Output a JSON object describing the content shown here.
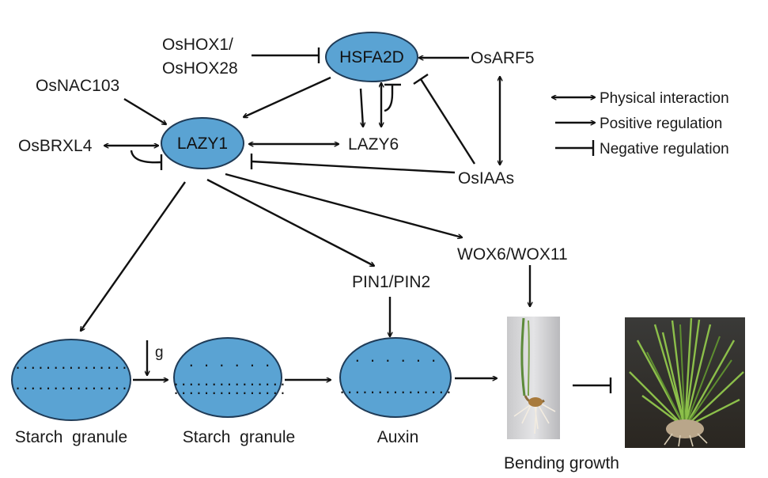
{
  "colors": {
    "node_fill": "#5aa3d3",
    "node_stroke": "#1f3b57",
    "edge": "#111111"
  },
  "nodes": {
    "hsfa2d": "HSFA2D",
    "lazy1": "LAZY1",
    "oshox": "OsHOX1/",
    "oshox_line2": "OsHOX28",
    "osnac103": "OsNAC103",
    "osbrxl4": "OsBRXL4",
    "osarf5": "OsARF5",
    "lazy6": "LAZY6",
    "osiaas": "OsIAAs",
    "wox": "WOX6/WOX11",
    "pin": "PIN1/PIN2",
    "gravity": "g"
  },
  "bottom_row": {
    "starch1": "Starch  granule",
    "starch2": "Starch  granule",
    "auxin": "Auxin",
    "bending": "Bending growth",
    "photo1": "seedling-root-photo",
    "photo2": "rice-plant-photo"
  },
  "legend": {
    "physical": "Physical interaction",
    "positive": "Positive regulation",
    "negative": "Negative regulation"
  }
}
